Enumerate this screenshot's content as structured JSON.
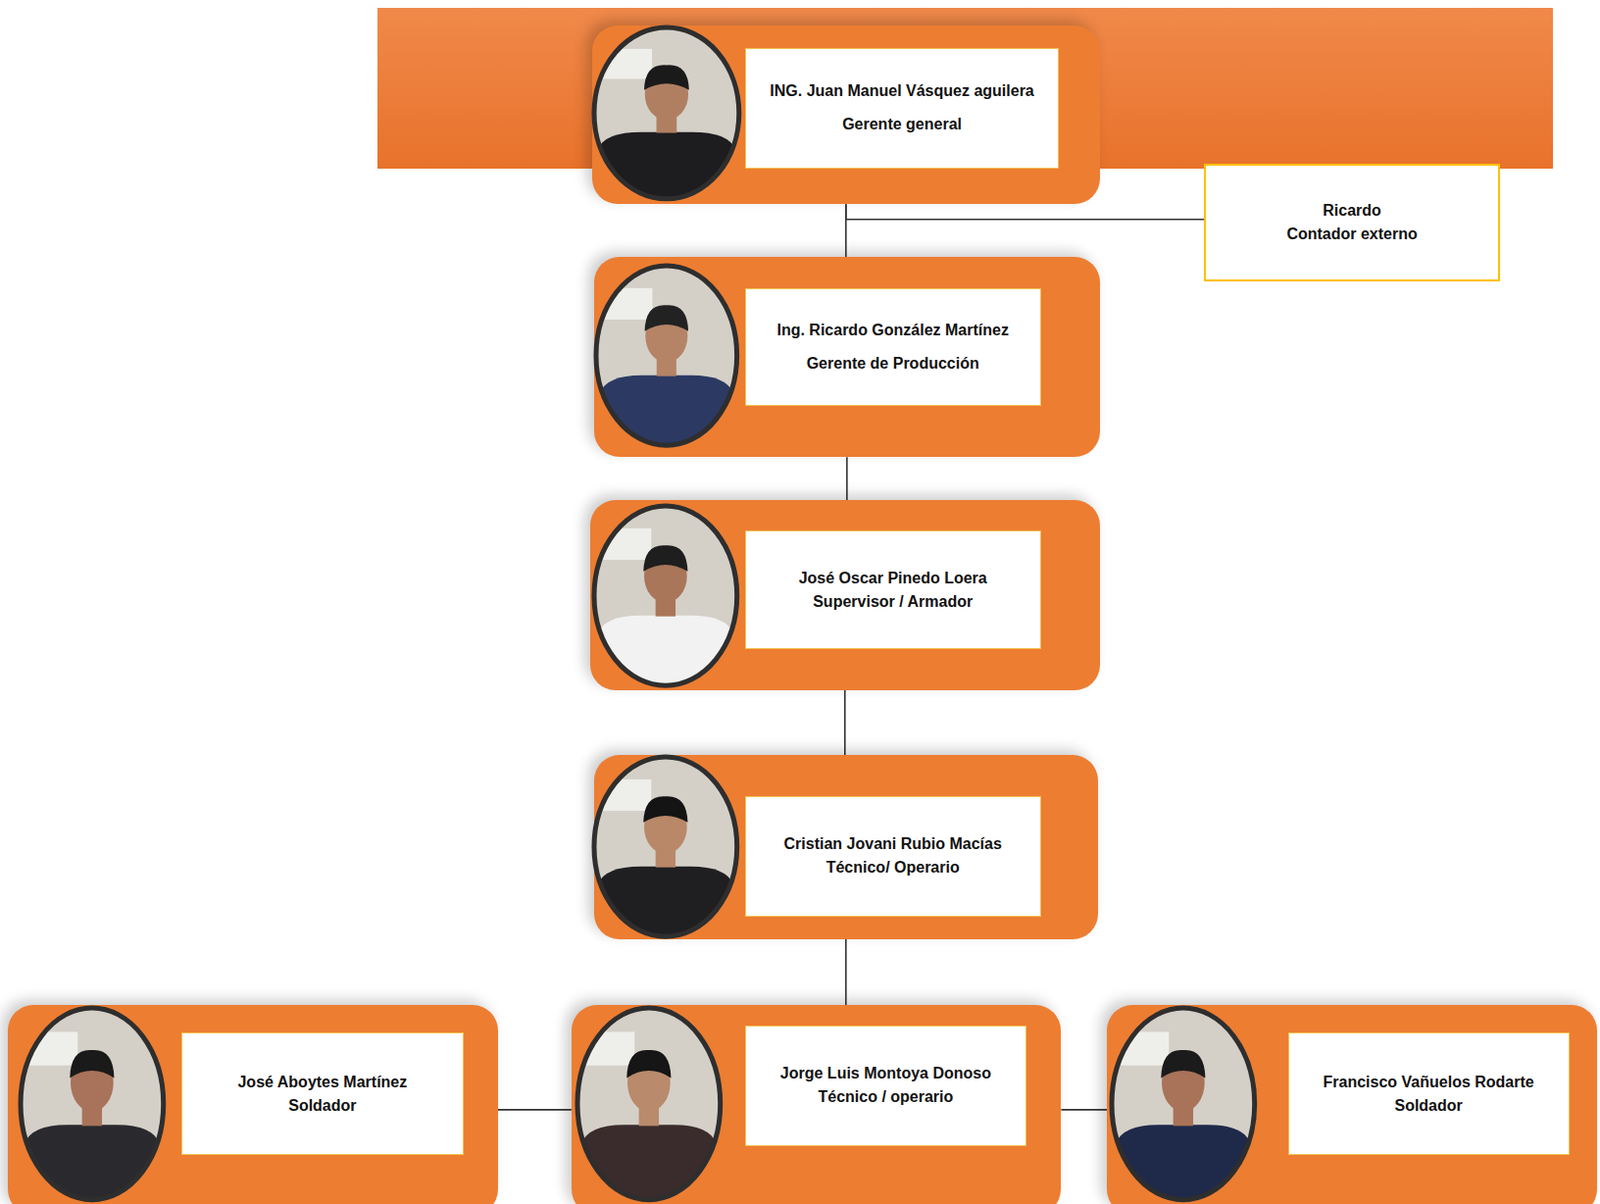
{
  "diagram": {
    "nodes": [
      {
        "text": [
          "ING. Juan Manuel Vásquez aguilera",
          "Gerente general"
        ]
      },
      {
        "text": [
          "Ricardo",
          "Contador externo"
        ]
      },
      {
        "text": [
          "Ing. Ricardo González Martínez",
          "Gerente de Producción"
        ]
      },
      {
        "text": [
          "José Oscar Pinedo Loera",
          "Supervisor / Armador"
        ]
      },
      {
        "text": [
          "Cristian Jovani Rubio Macías",
          "Técnico/ Operario"
        ]
      },
      {
        "text": [
          "José Aboytes Martínez",
          "Soldador"
        ]
      },
      {
        "text": [
          "Jorge Luis Montoya Donoso",
          "Técnico / operario"
        ]
      },
      {
        "text": [
          "Francisco Vañuelos Rodarte",
          "Soldador"
        ]
      }
    ],
    "edges": [
      {
        "from": 0,
        "to": 1,
        "arrow": "none"
      },
      {
        "from": 0,
        "to": 2,
        "arrow": "none"
      },
      {
        "from": 2,
        "to": 3,
        "arrow": "none"
      },
      {
        "from": 3,
        "to": 4,
        "arrow": "none"
      },
      {
        "from": 4,
        "to": 6,
        "arrow": "none"
      },
      {
        "from": 6,
        "to": 5,
        "arrow": "none"
      },
      {
        "from": 6,
        "to": 7,
        "arrow": "none"
      }
    ]
  }
}
